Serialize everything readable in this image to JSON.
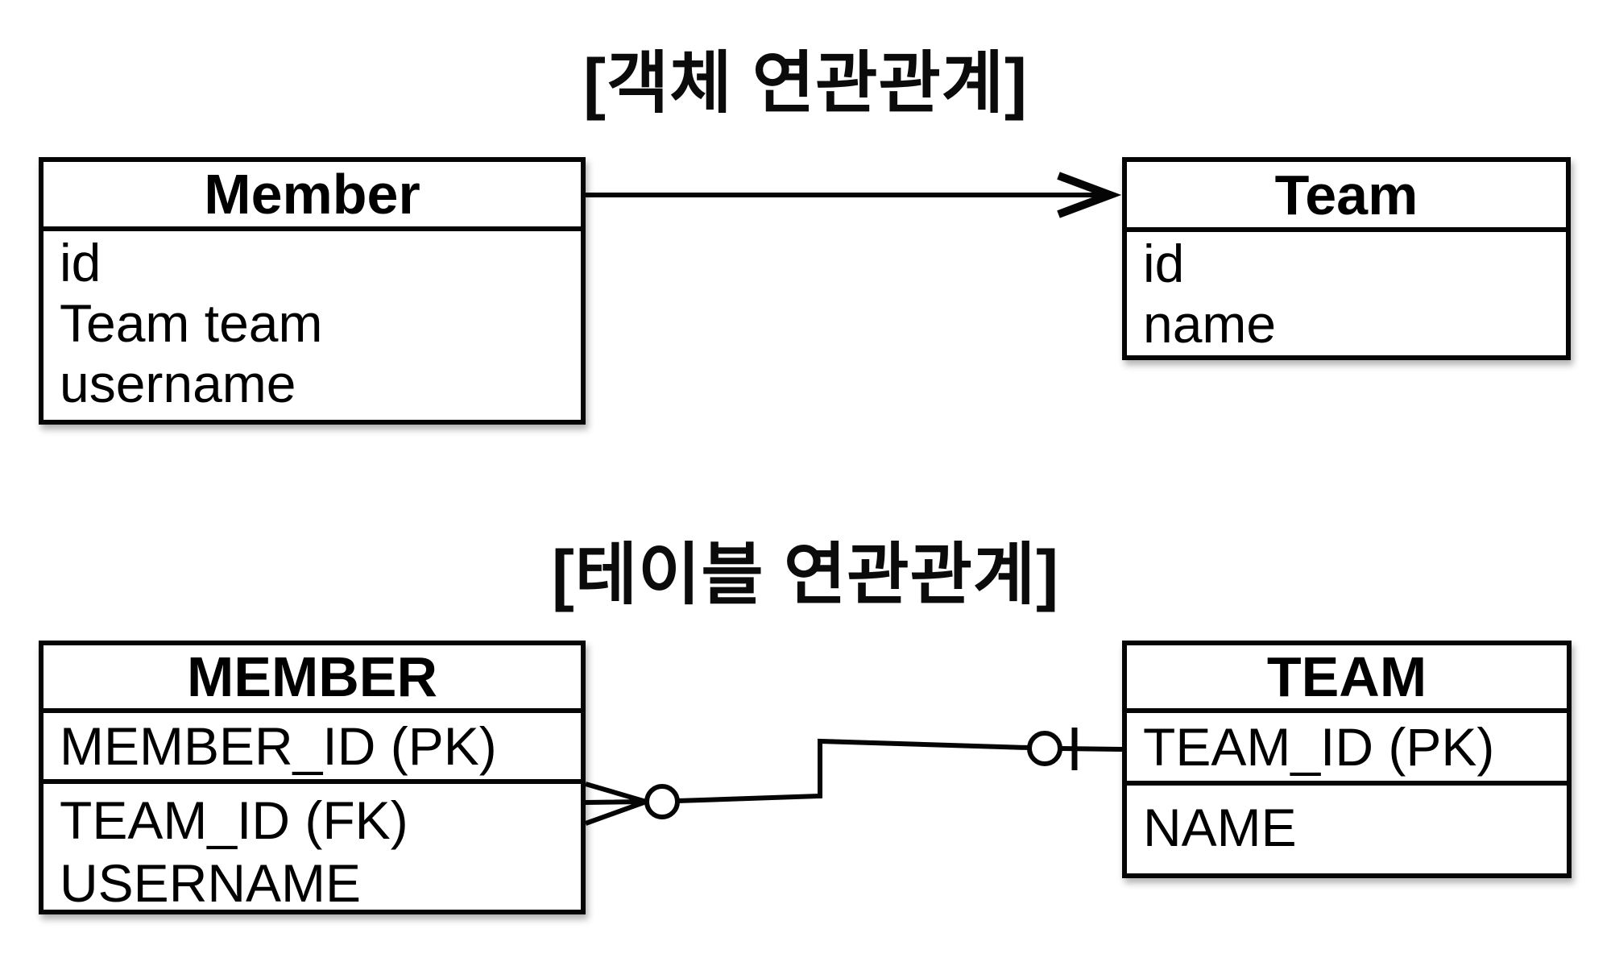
{
  "object_section": {
    "title": "[객체 연관관계]",
    "member_class": {
      "title": "Member",
      "fields": [
        "id",
        "Team team",
        "username"
      ]
    },
    "team_class": {
      "title": "Team",
      "fields": [
        "id",
        "name"
      ]
    },
    "relation": "unidirectional-arrow"
  },
  "table_section": {
    "title": "[테이블 연관관계]",
    "member_table": {
      "title": "MEMBER",
      "rows": [
        "MEMBER_ID (PK)",
        "TEAM_ID (FK)",
        "USERNAME"
      ]
    },
    "team_table": {
      "title": "TEAM",
      "rows": [
        "TEAM_ID (PK)",
        "NAME"
      ]
    },
    "relation": "crows-foot-many-to-zero-or-one"
  },
  "colors": {
    "line": "#050505",
    "background": "#ffffff",
    "shadow": "rgba(0,0,0,0.30)"
  }
}
